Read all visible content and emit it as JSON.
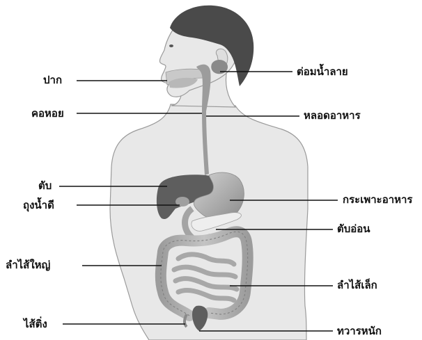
{
  "labels": {
    "mouth": "ปาก",
    "throat": "คอหอย",
    "liver": "ตับ",
    "gallbladder": "ถุงน้ำดี",
    "large_intestine": "ลำไส้ใหญ่",
    "appendix": "ไส้ติ่ง",
    "salivary_gland": "ต่อมน้ำลาย",
    "esophagus": "หลอดอาหาร",
    "stomach": "กระเพาะอาหาร",
    "pancreas": "ตับอ่อน",
    "small_intestine": "ลำไส้เล็ก",
    "anus": "ทวารหนัก"
  },
  "colors": {
    "skin": "#e8e8e8",
    "skin_outline": "#9a9a9a",
    "hair": "#4a4a4a",
    "organ_light": "#bdbdbd",
    "organ_mid": "#8f8f8f",
    "organ_dark": "#5e5e5e",
    "leader_line": "#111111"
  }
}
